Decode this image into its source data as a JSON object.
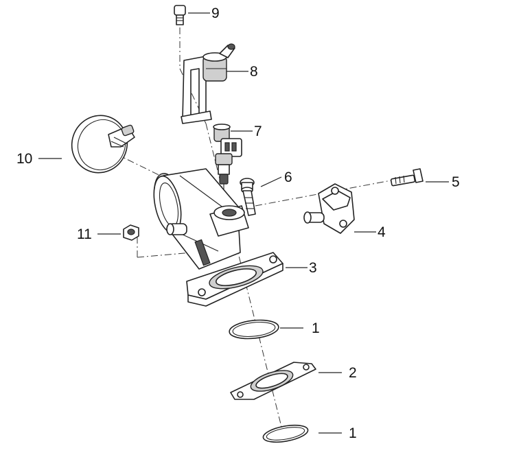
{
  "callouts": {
    "c1_upper": "1",
    "c1_lower": "1",
    "c2": "2",
    "c3": "3",
    "c4": "4",
    "c5": "5",
    "c6": "6",
    "c7": "7",
    "c8": "8",
    "c9": "9",
    "c10": "10",
    "c11": "11"
  }
}
